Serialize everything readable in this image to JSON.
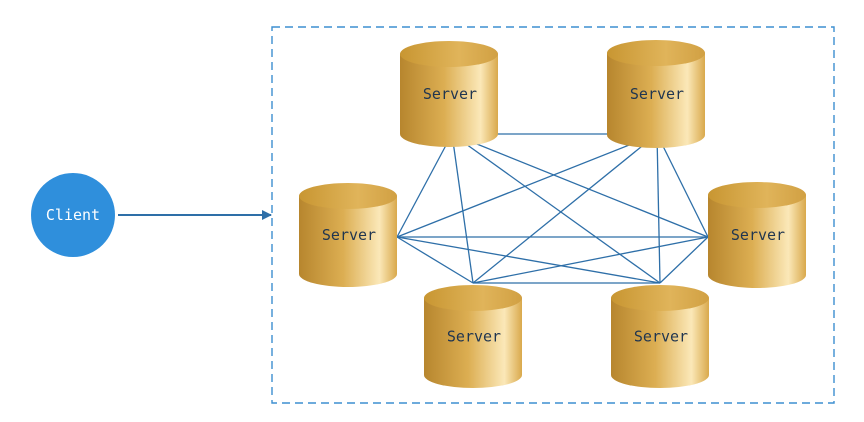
{
  "client": {
    "label": "Client",
    "color": "#2f8fdc"
  },
  "servers": [
    {
      "id": "s1",
      "label": "Server"
    },
    {
      "id": "s2",
      "label": "Server"
    },
    {
      "id": "s3",
      "label": "Server"
    },
    {
      "id": "s4",
      "label": "Server"
    },
    {
      "id": "s5",
      "label": "Server"
    },
    {
      "id": "s6",
      "label": "Server"
    }
  ],
  "connections": [
    [
      "s1",
      "s2"
    ],
    [
      "s1",
      "s3"
    ],
    [
      "s1",
      "s4"
    ],
    [
      "s1",
      "s5"
    ],
    [
      "s1",
      "s6"
    ],
    [
      "s2",
      "s3"
    ],
    [
      "s2",
      "s4"
    ],
    [
      "s2",
      "s5"
    ],
    [
      "s2",
      "s6"
    ],
    [
      "s3",
      "s4"
    ],
    [
      "s3",
      "s5"
    ],
    [
      "s3",
      "s6"
    ],
    [
      "s4",
      "s5"
    ],
    [
      "s4",
      "s6"
    ],
    [
      "s5",
      "s6"
    ]
  ],
  "colors": {
    "cluster_border": "#3d8fd0",
    "link_line": "#2e6fa8",
    "arrow": "#2e6fa8",
    "server_dark": "#b8862c",
    "server_light": "#fbe6b0",
    "server_top": "#d8a94a"
  }
}
